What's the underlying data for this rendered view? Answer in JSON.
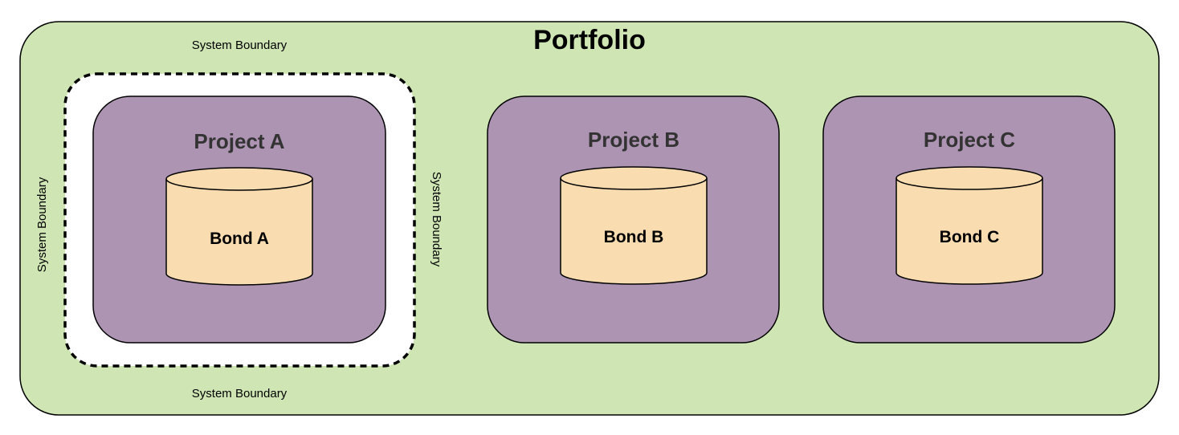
{
  "diagram": {
    "title": "Portfolio",
    "boundary_labels": {
      "top": "System Boundary",
      "bottom": "System Boundary",
      "left": "System Boundary",
      "right": "System Boundary"
    },
    "projects": [
      {
        "label": "Project A",
        "bond": "Bond A"
      },
      {
        "label": "Project B",
        "bond": "Bond B"
      },
      {
        "label": "Project C",
        "bond": "Bond C"
      }
    ]
  },
  "colors": {
    "portfolio_fill": "#cfe6b4",
    "project_fill": "#ad94b3",
    "bond_fill": "#f9dcb0",
    "boundary_fill": "#ffffff",
    "stroke": "#000000",
    "project_label": "#333333"
  }
}
